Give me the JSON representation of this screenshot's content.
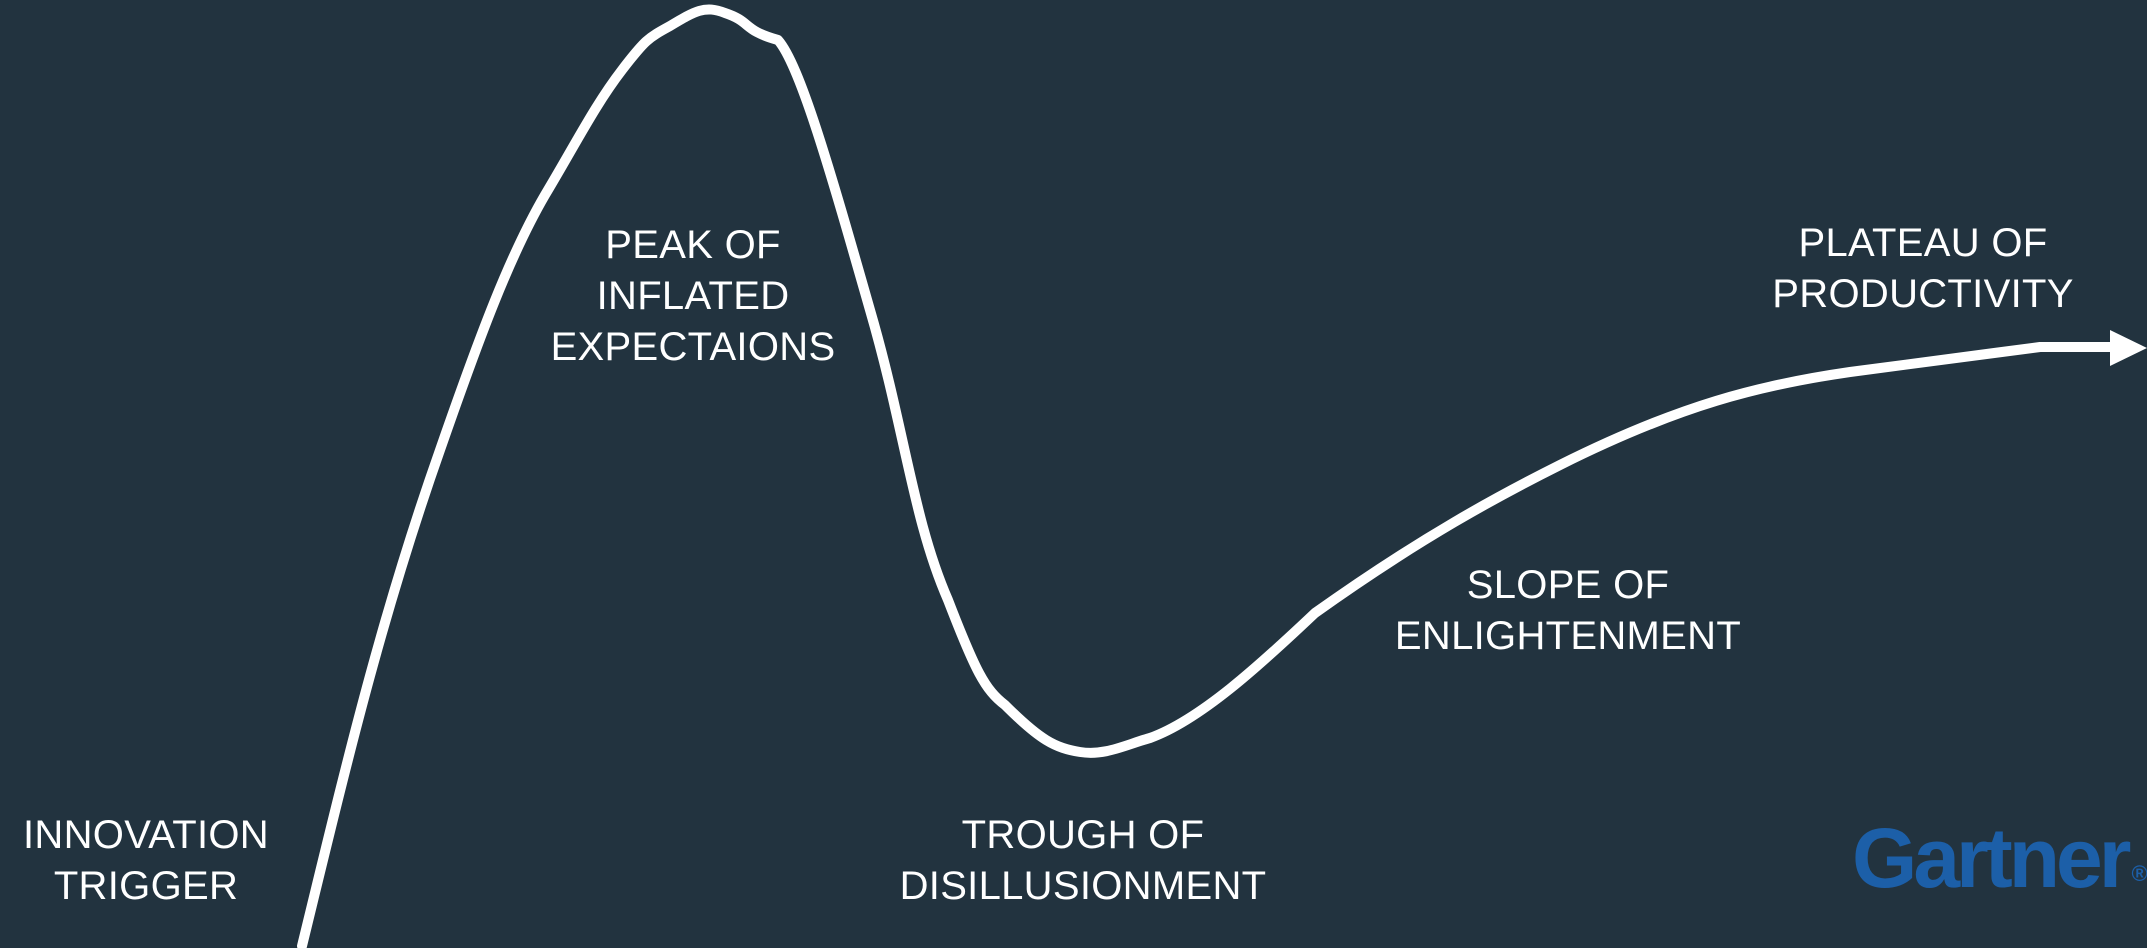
{
  "colors": {
    "background": "#22333f",
    "curve": "#ffffff",
    "text": "#ffffff",
    "logo": "#1c5fa8"
  },
  "phases": {
    "innovation_trigger": {
      "line1": "INNOVATION",
      "line2": "TRIGGER"
    },
    "peak": {
      "line1": "PEAK OF",
      "line2": "INFLATED",
      "line3": "EXPECTAIONS"
    },
    "trough": {
      "line1": "TROUGH OF",
      "line2": "DISILLUSIONMENT"
    },
    "slope": {
      "line1": "SLOPE OF",
      "line2": "ENLIGHTENMENT"
    },
    "plateau": {
      "line1": "PLATEAU OF",
      "line2": "PRODUCTIVITY"
    }
  },
  "logo": {
    "text": "Gartner",
    "mark": "®"
  }
}
